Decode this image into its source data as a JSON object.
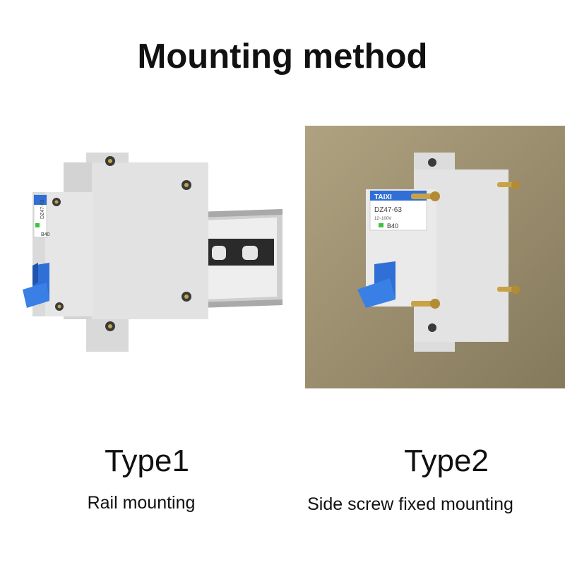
{
  "title": "Mounting method",
  "type1": {
    "heading": "Type1",
    "caption": "Rail mounting",
    "breaker": {
      "model": "DZ47-63",
      "rating": "B40"
    }
  },
  "type2": {
    "heading": "Type2",
    "caption": "Side screw fixed mounting",
    "breaker": {
      "brand": "TAIXI",
      "model": "DZ47-63",
      "voltage": "12~100V",
      "rating": "B40"
    }
  },
  "colors": {
    "breaker_body": "#e4e4e4",
    "handle": "#2f6fd6",
    "wall": "#9c8f6e",
    "rail": "#c9c9c9",
    "indicator": "#3cc43c"
  }
}
